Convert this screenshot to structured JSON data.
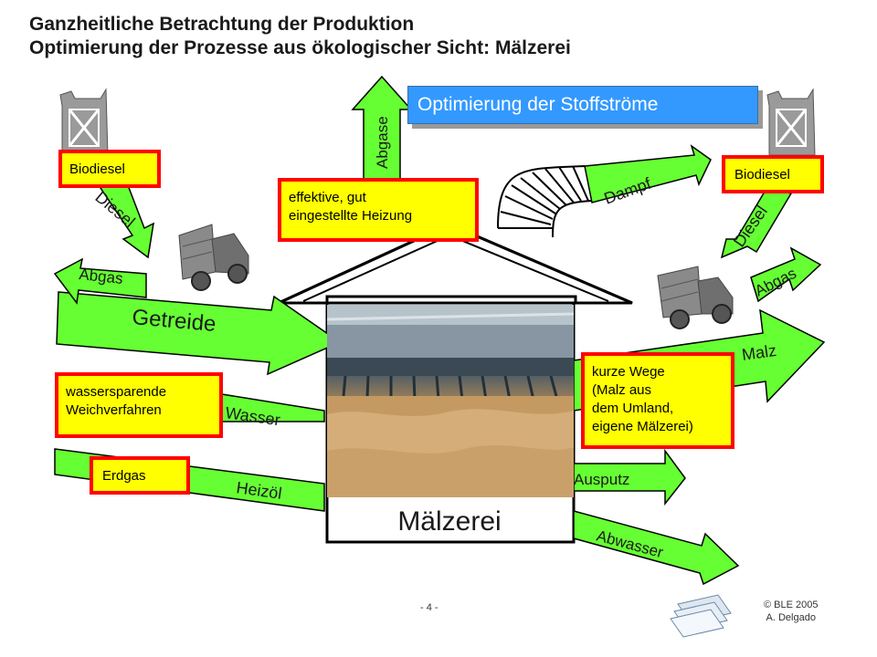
{
  "title": {
    "line1": "Ganzheitliche Betrachtung der Produktion",
    "line2": "Optimierung der Prozesse aus ökologischer Sicht: Mälzerei"
  },
  "banner": "Optimierung der Stoffströme",
  "house_label": "Mälzerei",
  "arrows": {
    "abgase": "Abgase",
    "dampf": "Dampf",
    "diesel_left": "Diesel",
    "diesel_right": "Diesel",
    "abgas_left": "Abgas",
    "abgas_right": "Abgas",
    "getreide": "Getreide",
    "malz": "Malz",
    "wasser": "Wasser",
    "heizoel": "Heizöl",
    "auspuff": "Ausputz",
    "abwasser": "Abwasser"
  },
  "boxes": {
    "biodiesel_left": "Biodiesel",
    "biodiesel_right": "Biodiesel",
    "heizung": [
      "effektive, gut",
      "eingestellte Heizung"
    ],
    "wasser": [
      "wassersparende",
      "Weichverfahren"
    ],
    "erdgas": "Erdgas",
    "malz": [
      "kurze Wege",
      "(Malz aus",
      "dem Umland,",
      "eigene Mälzerei)"
    ]
  },
  "footer": {
    "page": "- 4 -",
    "copyright": "© BLE 2005",
    "author": "A. Delgado"
  },
  "colors": {
    "arrow_fill": "#66ff33",
    "box_fill": "#ffff00",
    "box_border": "#ff0000",
    "banner_fill": "#3399ff"
  },
  "icons": [
    "fuel-canister-icon",
    "truck-icon",
    "chimney-pipe-icon",
    "documents-icon"
  ]
}
